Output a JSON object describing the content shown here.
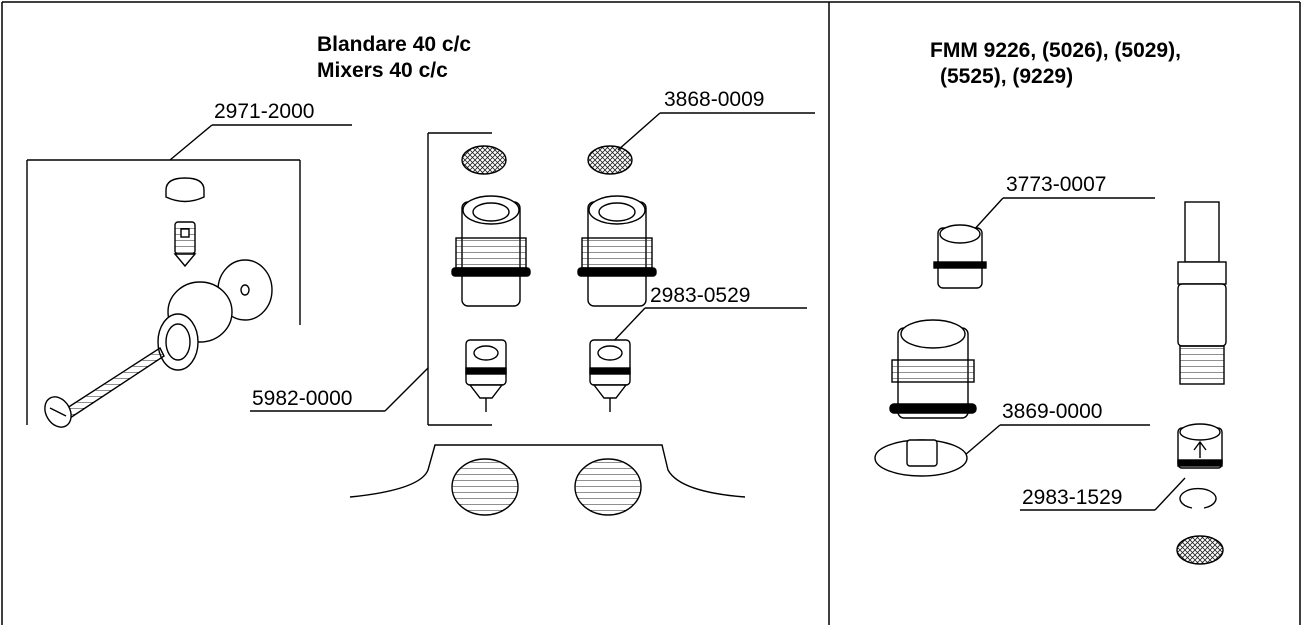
{
  "left_panel": {
    "title_line1": "Blandare 40 c/c",
    "title_line2": "Mixers 40 c/c",
    "part_numbers": {
      "cap_screw_kit": "2971-2000",
      "strainer": "3868-0009",
      "check_valve": "2983-0529",
      "connector_kit": "5982-0000"
    }
  },
  "right_panel": {
    "title_line1": "FMM 9226, (5026), (5029),",
    "title_line2": "(5525), (9229)",
    "part_numbers": {
      "cartridge": "3773-0007",
      "washer": "3869-0000",
      "check_valve": "2983-1529"
    }
  }
}
